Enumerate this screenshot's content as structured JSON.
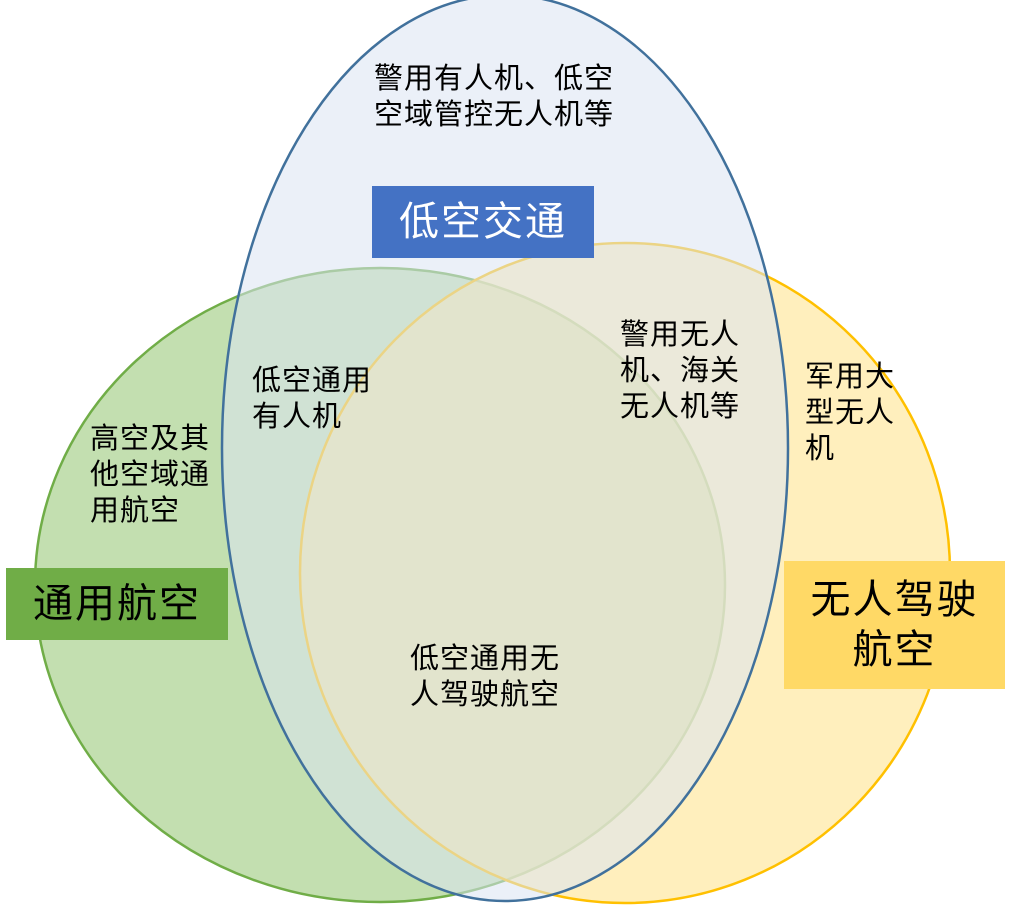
{
  "diagram": {
    "sets": {
      "low_altitude_traffic": {
        "label": "低空交通",
        "color": "#4472c4",
        "fill": "#dae3f3"
      },
      "general_aviation": {
        "label": "通用航空",
        "color": "#70ad47",
        "fill": "#a9d18e"
      },
      "unmanned_aviation": {
        "label": "无人驾驶\n航空",
        "color": "#ffc000",
        "fill": "#ffe699"
      }
    },
    "regions": {
      "low_only": "警用有人机、低空\n空域管控无人机等",
      "low_general": "低空通用\n有人机",
      "general_only": "高空及其\n他空域通\n用航空",
      "low_unmanned": "警用无人\n机、海关\n无人机等",
      "unmanned_only": "军用大\n型无人\n机",
      "all_three": "低空通用无\n人驾驶航空"
    }
  }
}
